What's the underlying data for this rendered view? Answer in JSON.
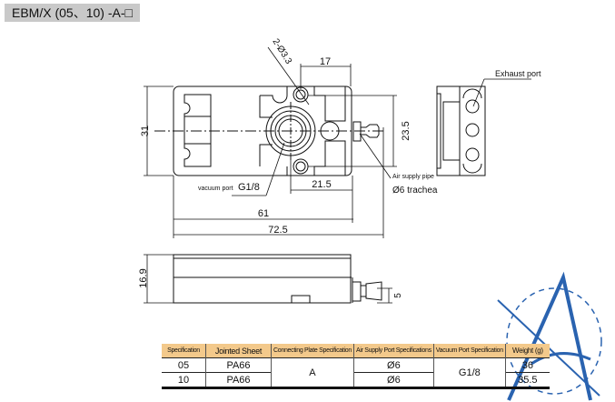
{
  "title": "EBM/X (05、10) -A-□",
  "drawing": {
    "dim_31": "31",
    "dim_17": "17",
    "dim_holes": "2-Ø3.3",
    "dim_23_5": "23.5",
    "dim_21_5": "21.5",
    "dim_61": "61",
    "dim_72_5": "72.5",
    "dim_16_9": "16.9",
    "dim_5": "5",
    "vacuum_port_label": "vacuum port",
    "vacuum_port_value": "G1/8",
    "air_supply_label": "Air supply pipe",
    "trachea_label": "Ø6 trachea",
    "exhaust_label": "Exhaust port"
  },
  "table": {
    "headers": [
      "Specification",
      "Jointed Sheet",
      "Connecting Plate Specification",
      "Air Supply Port Specifications",
      "Vacuum Port Specification",
      "Weight (g)"
    ],
    "rows": [
      {
        "spec": "05",
        "sheet": "PA66",
        "air": "Ø6",
        "weight": "36"
      },
      {
        "spec": "10",
        "sheet": "PA66",
        "air": "Ø6",
        "weight": "35.5"
      }
    ],
    "plate": "A",
    "vacuum": "G1/8"
  },
  "colors": {
    "header_bg": "#f3c98b",
    "logo": "#2a63b0"
  }
}
